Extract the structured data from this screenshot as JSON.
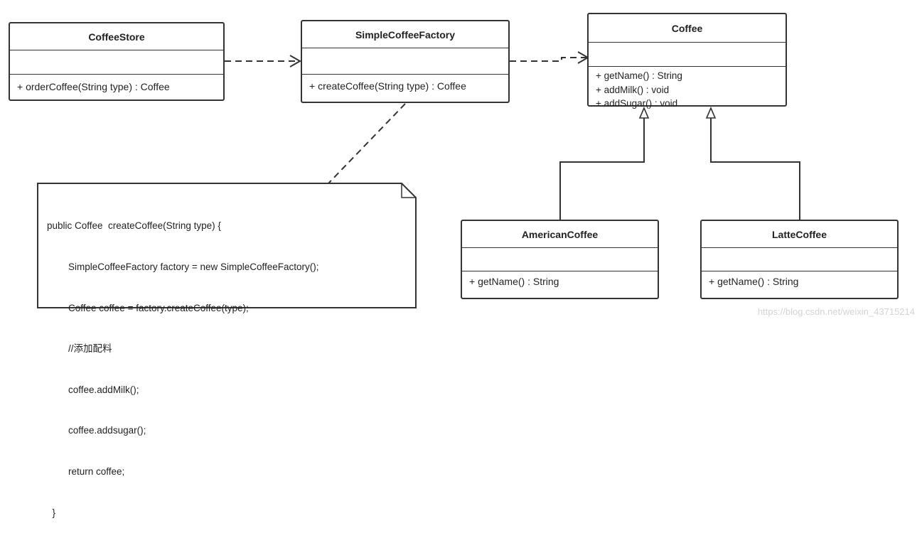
{
  "classes": {
    "coffee_store": {
      "name": "CoffeeStore",
      "ops": [
        "+ orderCoffee(String type) : Coffee"
      ]
    },
    "simple_factory": {
      "name": "SimpleCoffeeFactory",
      "ops": [
        "+ createCoffee(String type) : Coffee"
      ]
    },
    "coffee": {
      "name": "Coffee",
      "ops": [
        "+ getName() : String",
        "+ addMilk() : void",
        "+ addSugar() : void"
      ]
    },
    "american": {
      "name": "AmericanCoffee",
      "ops": [
        "+ getName() : String"
      ]
    },
    "latte": {
      "name": "LatteCoffee",
      "ops": [
        "+ getName() : String"
      ]
    }
  },
  "note": {
    "lines": [
      "public Coffee  createCoffee(String type) {",
      "        SimpleCoffeeFactory factory = new SimpleCoffeeFactory();",
      "        Coffee coffee = factory.createCoffee(type);",
      "        //添加配料",
      "        coffee.addMilk();",
      "        coffee.addsugar();",
      "        return coffee;",
      "  }"
    ]
  },
  "relations": [
    {
      "type": "dependency",
      "from": "CoffeeStore",
      "to": "SimpleCoffeeFactory"
    },
    {
      "type": "dependency",
      "from": "SimpleCoffeeFactory",
      "to": "Coffee"
    },
    {
      "type": "generalization",
      "from": "AmericanCoffee",
      "to": "Coffee"
    },
    {
      "type": "generalization",
      "from": "LatteCoffee",
      "to": "Coffee"
    },
    {
      "type": "note-anchor",
      "from": "note",
      "to": "SimpleCoffeeFactory"
    }
  ],
  "watermark": "https://blog.csdn.net/weixin_43715214"
}
